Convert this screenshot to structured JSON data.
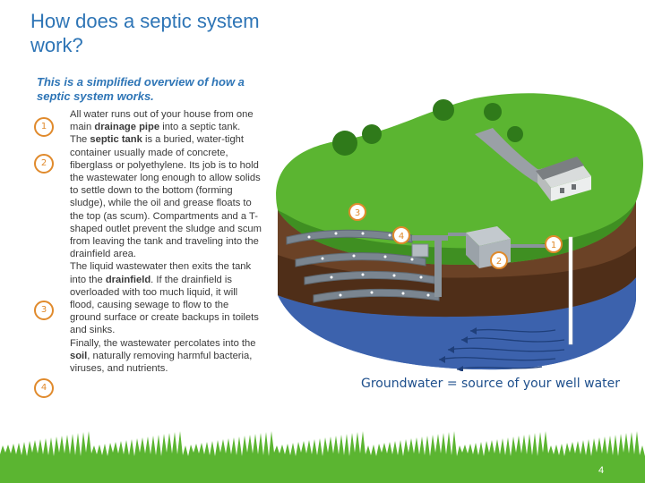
{
  "title": "How does a septic system work?",
  "subtitle": "This is a simplified overview of how a septic system works.",
  "steps": [
    {
      "badge": "1",
      "text": "All water runs out of your house from one main drainage pipe into a septic tank.",
      "bold_terms": [
        "drainage pipe"
      ]
    },
    {
      "badge": "2",
      "text": "The septic tank is a buried, water-tight container usually made of concrete, fiberglass or polyethylene. Its job is to hold the wastewater long enough to allow solids to settle down to the bottom (forming sludge), while the oil and grease floats to the top (as scum). Compartments and a T-shaped outlet prevent the sludge and scum from leaving the tank and traveling into the drainfield area.",
      "bold_terms": [
        "septic tank"
      ]
    },
    {
      "badge": "3",
      "text": "The liquid wastewater then exits the tank into the drainfield. If the drainfield is overloaded with too much liquid, it will flood, causing sewage to flow to the ground surface or create backups in toilets and sinks.",
      "bold_terms": [
        "drainfield"
      ]
    },
    {
      "badge": "4",
      "text": "Finally, the wastewater percolates into the soil, naturally removing harmful bacteria, viruses, and nutrients.",
      "bold_terms": [
        "soil"
      ]
    }
  ],
  "diagram": {
    "markers": [
      "1",
      "2",
      "3",
      "4"
    ],
    "caption": "Groundwater = source of your well water"
  },
  "page_number": "4",
  "colors": {
    "title_blue": "#2e75b6",
    "badge_orange": "#e08a2c",
    "grass_green": "#5bb531",
    "soil_brown": "#6b4226",
    "water_blue": "#4a78c8"
  }
}
